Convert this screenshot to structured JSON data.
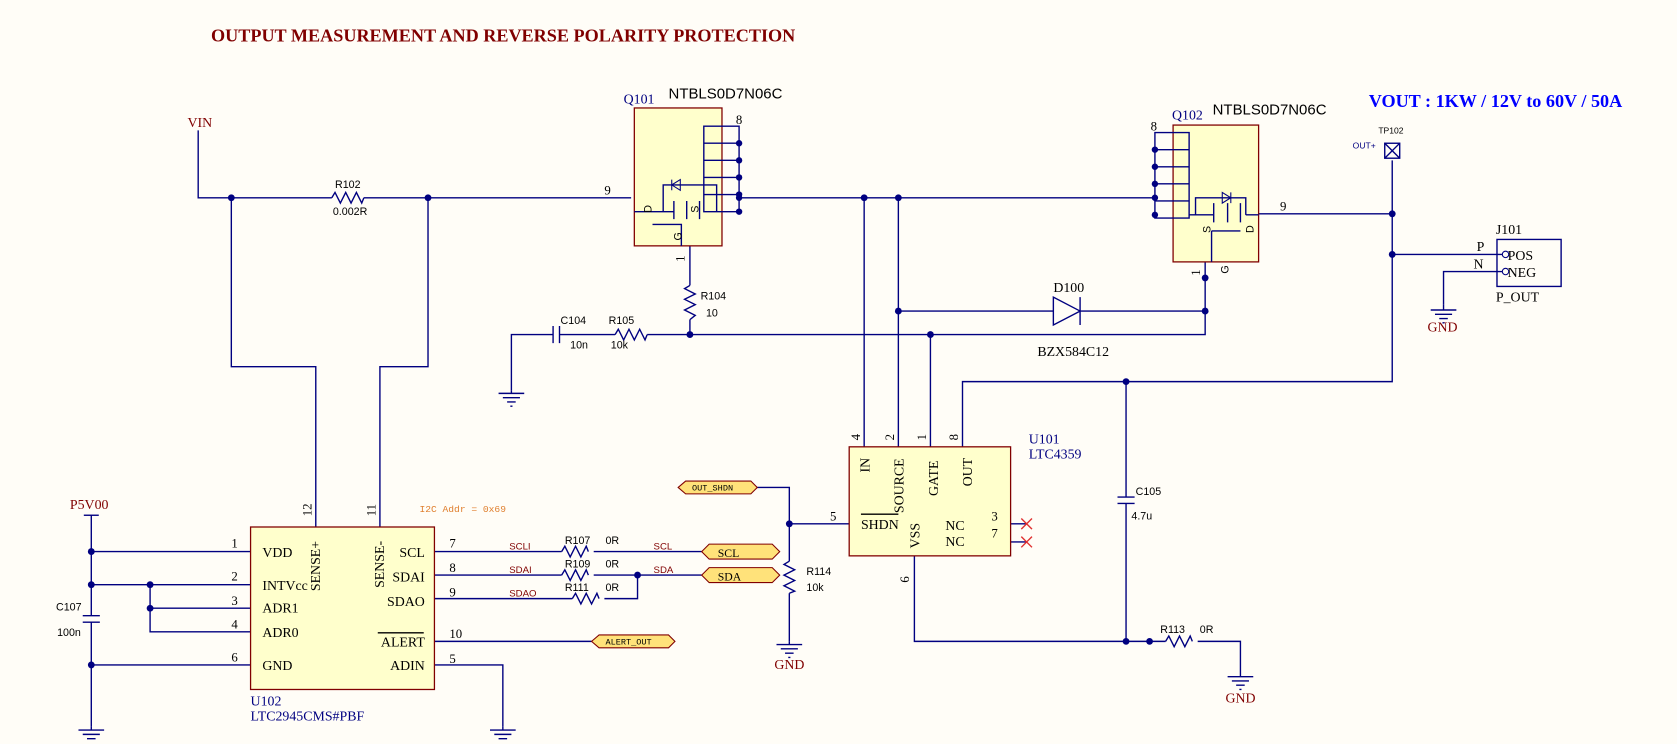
{
  "title": "OUTPUT MEASUREMENT AND REVERSE POLARITY PROTECTION",
  "vout_spec": "VOUT : 1KW / 12V to 60V / 50A",
  "annotation_i2c": "I2C Addr = 0x69",
  "power": {
    "vin": "VIN",
    "p5v": "P5V00",
    "gnd": "GND"
  },
  "q101": {
    "designator": "Q101",
    "part": "NTBLS0D7N06C",
    "pin_drain": "9",
    "pin_gate": "1",
    "pin_top": "8",
    "d": "D",
    "s": "S",
    "g": "G"
  },
  "q102": {
    "designator": "Q102",
    "part": "NTBLS0D7N06C",
    "pin_drain": "9",
    "pin_gate": "1",
    "pin_top": "8",
    "d": "D",
    "s": "S",
    "g": "G"
  },
  "r102": {
    "designator": "R102",
    "value": "0.002R"
  },
  "r104": {
    "designator": "R104",
    "value": "10"
  },
  "r105": {
    "designator": "R105",
    "value": "10k"
  },
  "c104": {
    "designator": "C104",
    "value": "10n"
  },
  "c105": {
    "designator": "C105",
    "value": "4.7u"
  },
  "c107": {
    "designator": "C107",
    "value": "100n"
  },
  "r107": {
    "designator": "R107",
    "value": "0R"
  },
  "r109": {
    "designator": "R109",
    "value": "0R"
  },
  "r111": {
    "designator": "R111",
    "value": "0R"
  },
  "r113": {
    "designator": "R113",
    "value": "0R"
  },
  "r114": {
    "designator": "R114",
    "value": "10k"
  },
  "d100": {
    "designator": "D100",
    "part": "BZX584C12"
  },
  "tp102": {
    "designator": "TP102",
    "net": "OUT+"
  },
  "j101": {
    "designator": "J101",
    "name": "P_OUT",
    "pin_pos": "POS",
    "pin_neg": "NEG",
    "p": "P",
    "n": "N"
  },
  "u101": {
    "designator": "U101",
    "part": "LTC4359",
    "pins": [
      {
        "num": "4",
        "name": "IN"
      },
      {
        "num": "2",
        "name": "SOURCE"
      },
      {
        "num": "1",
        "name": "GATE"
      },
      {
        "num": "8",
        "name": "OUT"
      },
      {
        "num": "5",
        "name": "SHDN"
      },
      {
        "num": "6",
        "name": "VSS"
      },
      {
        "num": "3",
        "name": "NC"
      },
      {
        "num": "7",
        "name": "NC"
      }
    ]
  },
  "u102": {
    "designator": "U102",
    "part": "LTC2945CMS#PBF",
    "pins": [
      {
        "num": "1",
        "name": "VDD"
      },
      {
        "num": "2",
        "name": "INTVcc"
      },
      {
        "num": "3",
        "name": "ADR1"
      },
      {
        "num": "4",
        "name": "ADR0"
      },
      {
        "num": "6",
        "name": "GND"
      },
      {
        "num": "12",
        "name": "SENSE+"
      },
      {
        "num": "11",
        "name": "SENSE-"
      },
      {
        "num": "7",
        "name": "SCL"
      },
      {
        "num": "8",
        "name": "SDAI"
      },
      {
        "num": "9",
        "name": "SDAO"
      },
      {
        "num": "10",
        "name": "ALERT"
      },
      {
        "num": "5",
        "name": "ADIN"
      }
    ]
  },
  "nets": {
    "scli": "SCLI",
    "sdai": "SDAI",
    "sdao": "SDAO",
    "scl": "SCL",
    "sda": "SDA"
  },
  "ports": {
    "out_shdn": "OUT_SHDN",
    "alert_out": "ALERT_OUT",
    "scl": "SCL",
    "sda": "SDA"
  }
}
